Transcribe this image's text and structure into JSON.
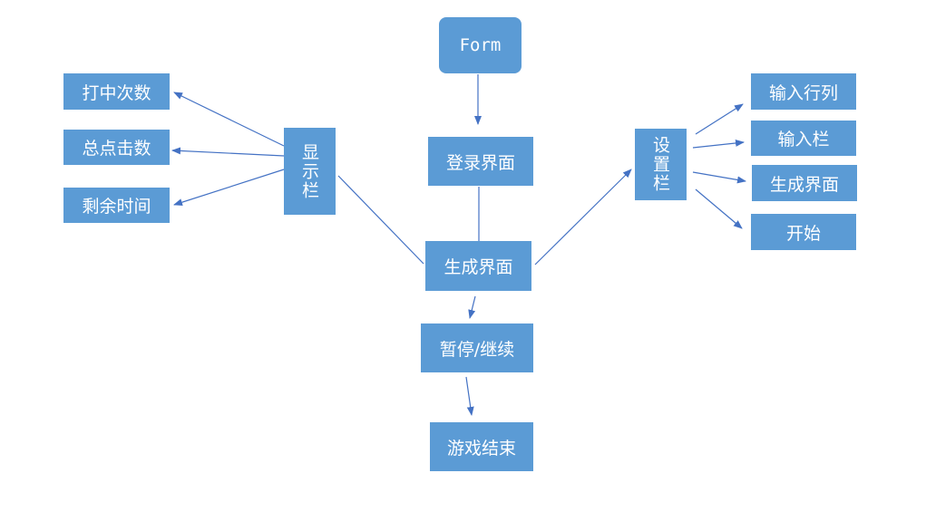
{
  "nodes": {
    "form": "Form",
    "login": "登录界面",
    "generate": "生成界面",
    "pause": "暂停/继续",
    "gameover": "游戏结束",
    "display_bar": "显示栏",
    "hits": "打中次数",
    "total_clicks": "总点击数",
    "time_left": "剩余时间",
    "settings_bar": "设置栏",
    "input_rowcol": "输入行列",
    "input_bar": "输入栏",
    "gen_ui": "生成界面",
    "start": "开始"
  },
  "colors": {
    "box_fill": "#5b9bd5",
    "box_text": "#ffffff",
    "line": "#4472c4"
  }
}
